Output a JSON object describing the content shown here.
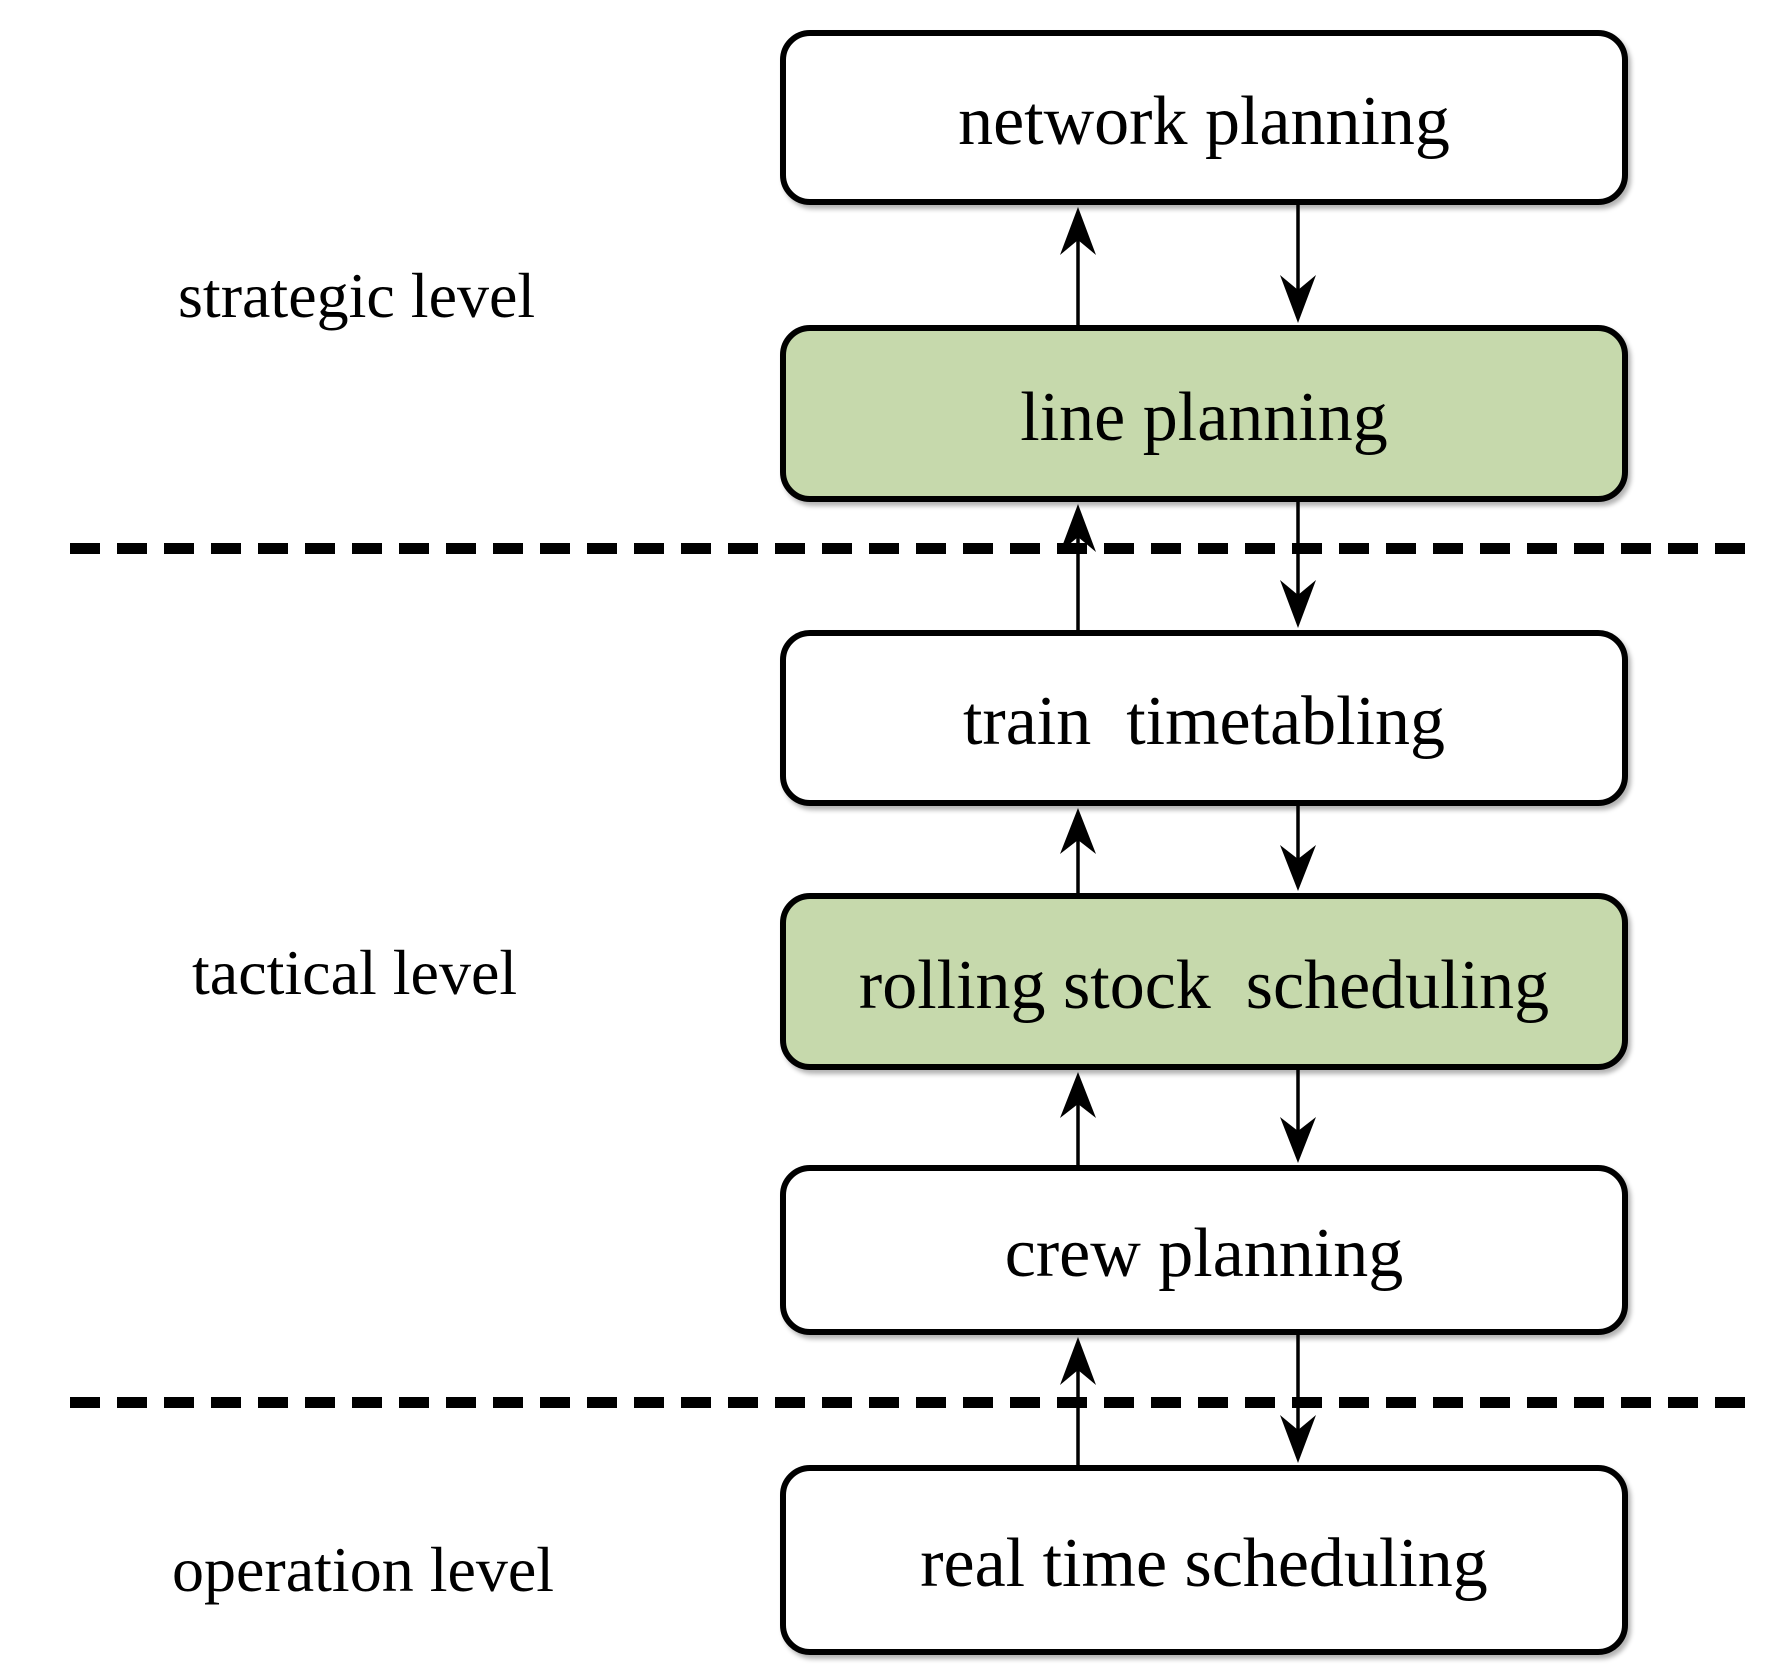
{
  "figure": {
    "levels": [
      {
        "label": "strategic level"
      },
      {
        "label": "tactical level"
      },
      {
        "label": "operation level"
      }
    ],
    "boxes": [
      {
        "label": "network planning",
        "highlighted": false
      },
      {
        "label": "line planning",
        "highlighted": true
      },
      {
        "label": "train  timetabling",
        "highlighted": false
      },
      {
        "label": "rolling stock  scheduling",
        "highlighted": true
      },
      {
        "label": "crew planning",
        "highlighted": false
      },
      {
        "label": "real time scheduling",
        "highlighted": false
      }
    ],
    "arrows": "bidirectional (up and down) between each pair of adjacent boxes"
  },
  "colors": {
    "highlight_fill": "#c6d9ac",
    "box_fill": "#ffffff",
    "line_color": "#000000",
    "text_color": "#000000",
    "background": "#ffffff"
  }
}
